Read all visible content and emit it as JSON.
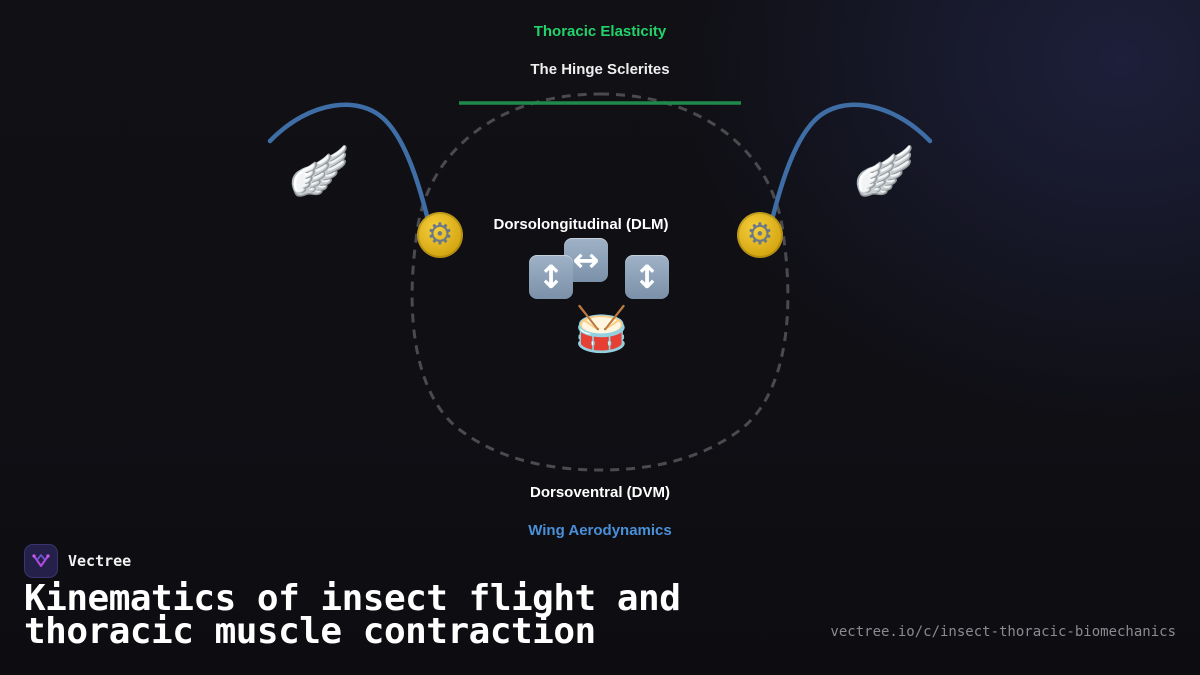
{
  "labels": {
    "top": "Thoracic Elasticity",
    "hinge": "The Hinge Sclerites",
    "dlm": "Dorsolongitudinal (DLM)",
    "dvm": "Dorsoventral (DVM)",
    "aero": "Wing Aerodynamics"
  },
  "icons": {
    "wing_left": "wing-icon",
    "wing_right": "wing-icon",
    "gear_left": "gear-icon",
    "gear_right": "gear-icon",
    "arrow_updown_left": "up-down-arrow-icon",
    "arrow_leftright": "left-right-arrow-icon",
    "arrow_updown_right": "up-down-arrow-icon",
    "drum": "drum-icon"
  },
  "glyphs": {
    "wing": "🪽",
    "gear": "⚙",
    "updown": "↕",
    "leftright": "↔",
    "drum": "🥁"
  },
  "colors": {
    "top_label": "#22d36b",
    "hinge_label": "#eeeeee",
    "muscle_label": "#ffffff",
    "aero_label": "#4a90d9",
    "hinge_line": "#1f8a4c",
    "wing_arc": "#3f6ea6",
    "thorax_outline": "#4a4a4f"
  },
  "brand": {
    "name": "Vectree"
  },
  "footer": {
    "title": "Kinematics of insect flight and thoracic muscle contraction",
    "url": "vectree.io/c/insect-thoracic-biomechanics"
  }
}
